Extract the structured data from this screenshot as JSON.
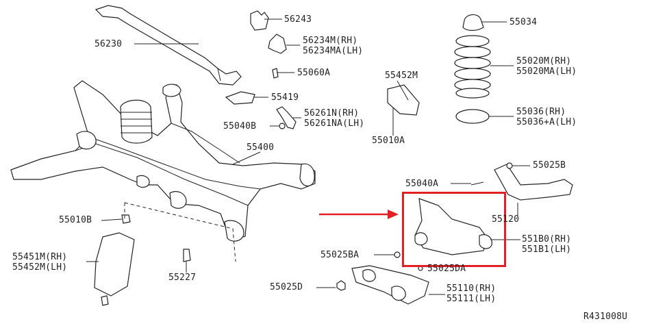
{
  "labels": {
    "p56243": "56243",
    "p56230": "56230",
    "p56234m_rh": "56234M(RH)",
    "p56234ma_lh": "56234MA(LH)",
    "p55060a": "55060A",
    "p55419": "55419",
    "p56261n_rh": "56261N(RH)",
    "p56261na_lh": "56261NA(LH)",
    "p55040b": "55040B",
    "p55400": "55400",
    "p55452m": "55452M",
    "p55010a": "55010A",
    "p55034": "55034",
    "p55020m_rh": "55020M(RH)",
    "p55020ma_lh": "55020MA(LH)",
    "p55036_rh": "55036(RH)",
    "p55036a_lh": "55036+A(LH)",
    "p55025b": "55025B",
    "p55040a": "55040A",
    "p55120": "55120",
    "p551b0_rh": "551B0(RH)",
    "p551b1_lh": "551B1(LH)",
    "p55010b": "55010B",
    "p55451m_rh": "55451M(RH)",
    "p55452m_lh": "55452M(LH)",
    "p55025ba": "55025BA",
    "p55025da": "55025DA",
    "p55227": "55227",
    "p55025d": "55025D",
    "p55110_rh": "55110(RH)",
    "p55111_lh": "55111(LH)",
    "reference": "R431008U"
  },
  "colors": {
    "highlight": "#e31e24",
    "line": "#222222",
    "background": "#ffffff"
  }
}
